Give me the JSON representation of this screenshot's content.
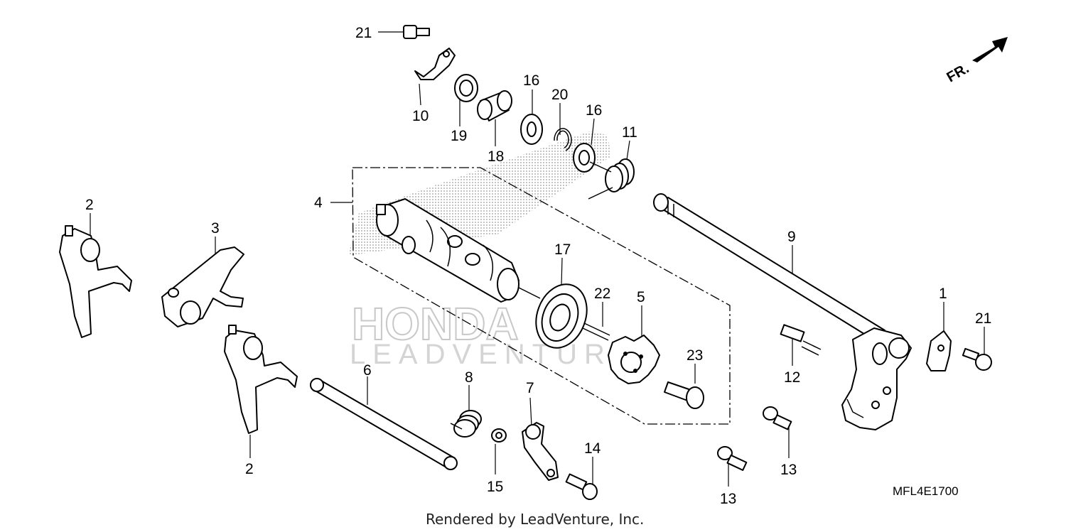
{
  "diagram": {
    "callouts": {
      "c1": "1",
      "c2a": "2",
      "c2b": "2",
      "c3": "3",
      "c4": "4",
      "c5": "5",
      "c6": "6",
      "c7": "7",
      "c8": "8",
      "c9": "9",
      "c10": "10",
      "c11": "11",
      "c12": "12",
      "c13a": "13",
      "c13b": "13",
      "c14": "14",
      "c15": "15",
      "c16a": "16",
      "c16b": "16",
      "c17": "17",
      "c18": "18",
      "c19": "19",
      "c20": "20",
      "c21a": "21",
      "c21b": "21",
      "c22": "22",
      "c23": "23"
    },
    "direction_label": "FR.",
    "diagram_code": "MFL4E1700",
    "watermark": {
      "brand": "HONDA",
      "subline": "LEADVENTURE"
    },
    "credit": "Rendered by LeadVenture, Inc."
  }
}
